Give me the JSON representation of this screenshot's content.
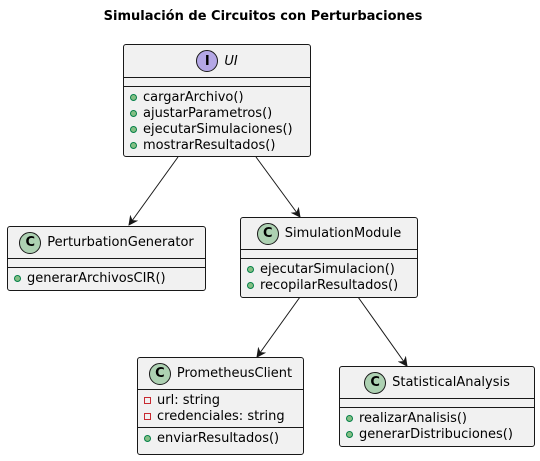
{
  "title": "Simulación de Circuitos con Perturbaciones",
  "classes": {
    "ui": {
      "stereotype": "I",
      "name": "UI",
      "methods": [
        "cargarArchivo()",
        "ajustarParametros()",
        "ejecutarSimulaciones()",
        "mostrarResultados()"
      ]
    },
    "perturbation": {
      "stereotype": "C",
      "name": "PerturbationGenerator",
      "methods": [
        "generarArchivosCIR()"
      ]
    },
    "simulation": {
      "stereotype": "C",
      "name": "SimulationModule",
      "methods": [
        "ejecutarSimulacion()",
        "recopilarResultados()"
      ]
    },
    "prometheus": {
      "stereotype": "C",
      "name": "PrometheusClient",
      "fields": [
        "url: string",
        "credenciales: string"
      ],
      "methods": [
        "enviarResultados()"
      ]
    },
    "statistical": {
      "stereotype": "C",
      "name": "StatisticalAnalysis",
      "methods": [
        "realizarAnalisis()",
        "generarDistribuciones()"
      ]
    }
  }
}
